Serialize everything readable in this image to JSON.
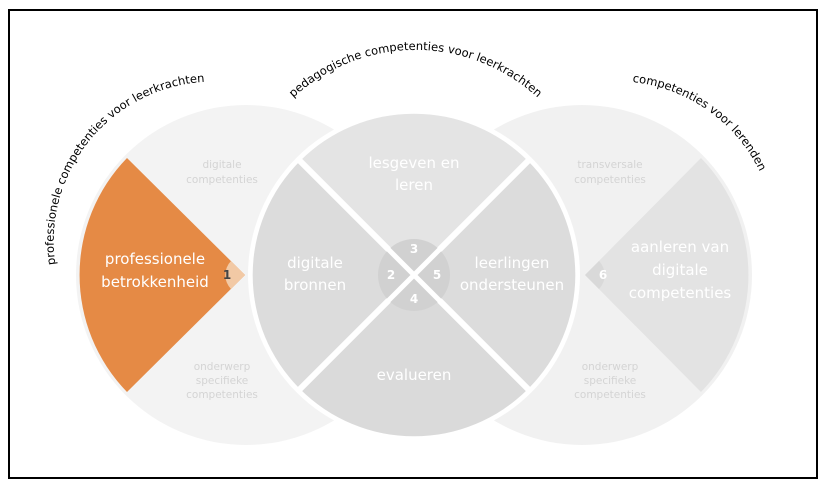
{
  "colors": {
    "orange": "#e58a45",
    "left_light_grey": "#f3f3f3",
    "center_grey": "#dcdcdc",
    "right_light_grey": "#f0f0f0",
    "number_circle": "#d2d2d2",
    "number_circle_orange": "#f2c9a5"
  },
  "arcs": {
    "left": "professionele competenties voor leerkrachten",
    "center": "pedagogische competenties voor leerkrachten",
    "right": "competenties voor lerenden"
  },
  "left_circle": {
    "top_small": [
      "digitale",
      "competenties"
    ],
    "main": [
      "professionele",
      "betrokkenheid"
    ],
    "bottom_small": [
      "onderwerp",
      "specifieke",
      "competenties"
    ],
    "number": "1"
  },
  "center_circle": {
    "top": [
      "lesgeven en",
      "leren"
    ],
    "left": [
      "digitale",
      "bronnen"
    ],
    "right": [
      "leerlingen",
      "ondersteunen"
    ],
    "bottom": [
      "evalueren"
    ],
    "numbers": {
      "top": "3",
      "left": "2",
      "right": "5",
      "bottom": "4"
    }
  },
  "right_circle": {
    "top_small": [
      "transversale",
      "competenties"
    ],
    "main": [
      "aanleren van",
      "digitale",
      "competenties"
    ],
    "bottom_small": [
      "onderwerp",
      "specifieke",
      "competenties"
    ],
    "number": "6"
  }
}
